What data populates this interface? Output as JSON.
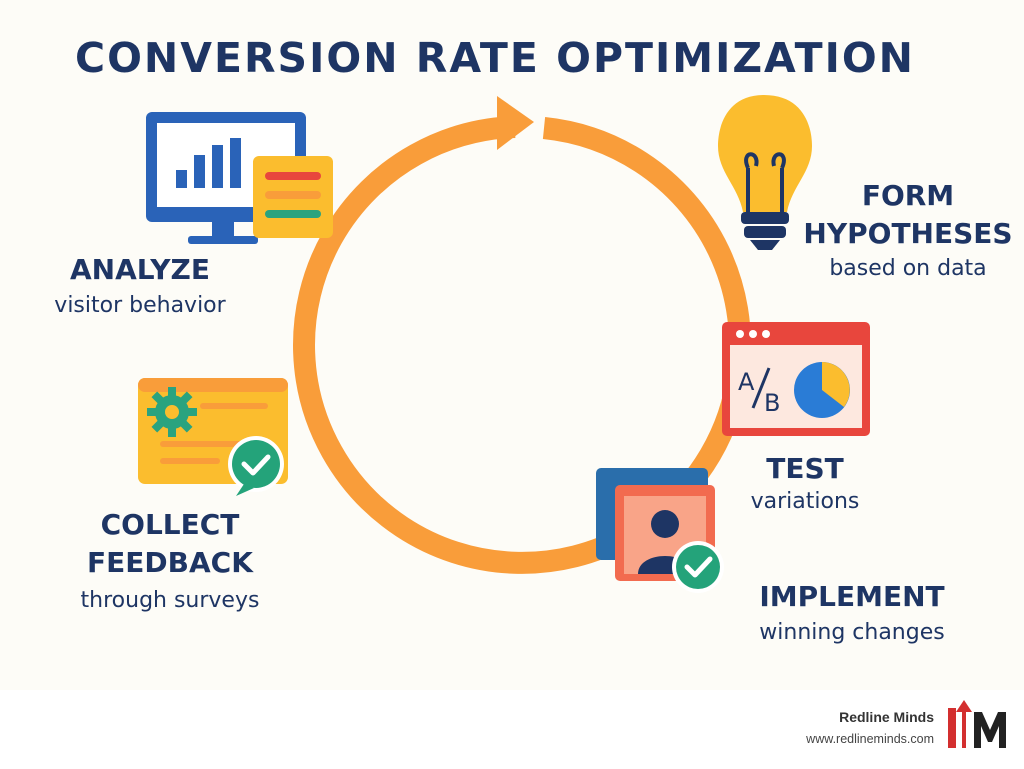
{
  "title": "CONVERSION RATE OPTIMIZATION",
  "steps": [
    {
      "id": "analyze",
      "heading": "ANALYZE",
      "sub": "visitor behavior"
    },
    {
      "id": "form-hypotheses",
      "heading": "FORM\nHYPOTHESES",
      "sub": "based on data"
    },
    {
      "id": "test",
      "heading": "TEST",
      "sub": "variations"
    },
    {
      "id": "implement",
      "heading": "IMPLEMENT",
      "sub": "winning changes"
    },
    {
      "id": "collect-feedback",
      "heading": "COLLECT\nFEEDBACK",
      "sub": "through surveys"
    }
  ],
  "icons": {
    "analyze": "monitor-bar-chart-icon",
    "hypotheses": "lightbulb-icon",
    "test": "ab-test-window-icon",
    "implement": "user-profile-check-icon",
    "feedback": "gear-chat-check-icon"
  },
  "ab_label": {
    "a": "A",
    "b": "B"
  },
  "brand": {
    "name": "Redline Minds",
    "url": "www.redlineminds.com",
    "logo_text": "RM"
  },
  "colors": {
    "background": "#fdfcf7",
    "navy": "#1e3564",
    "cycle_orange": "#f99d3a",
    "brand_red": "#d32f2f"
  }
}
